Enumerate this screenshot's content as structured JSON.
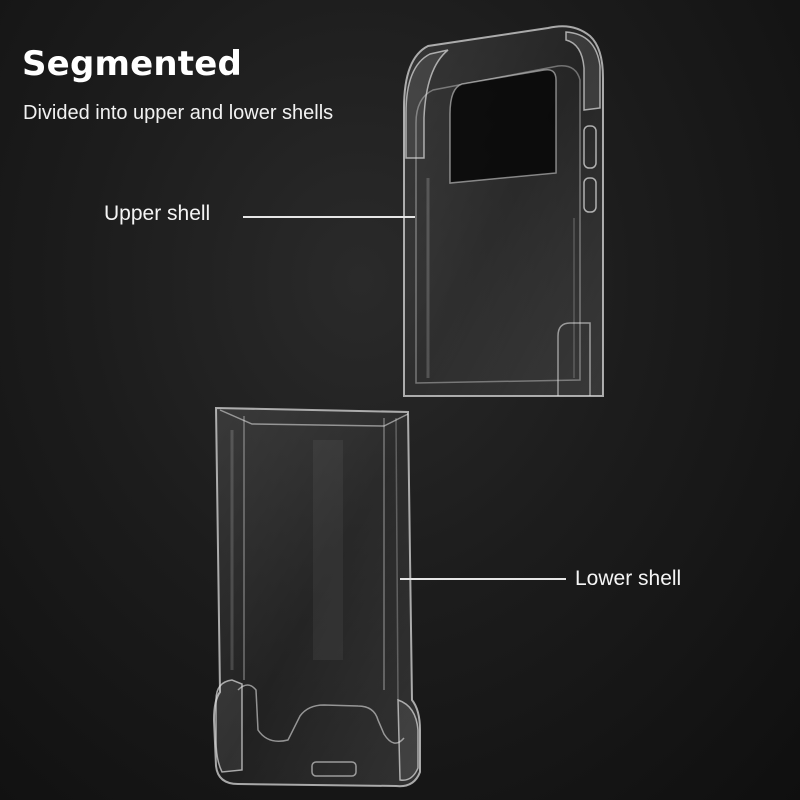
{
  "heading": {
    "title": "Segmented",
    "subtitle": "Divided into upper and lower shells"
  },
  "callouts": {
    "upper_shell": "Upper shell",
    "lower_shell": "Lower shell"
  },
  "colors": {
    "background": "#1c1c1c",
    "text": "#ffffff",
    "shell_edge": "#d8d8d8",
    "leader_line": "#e6e6e6"
  }
}
